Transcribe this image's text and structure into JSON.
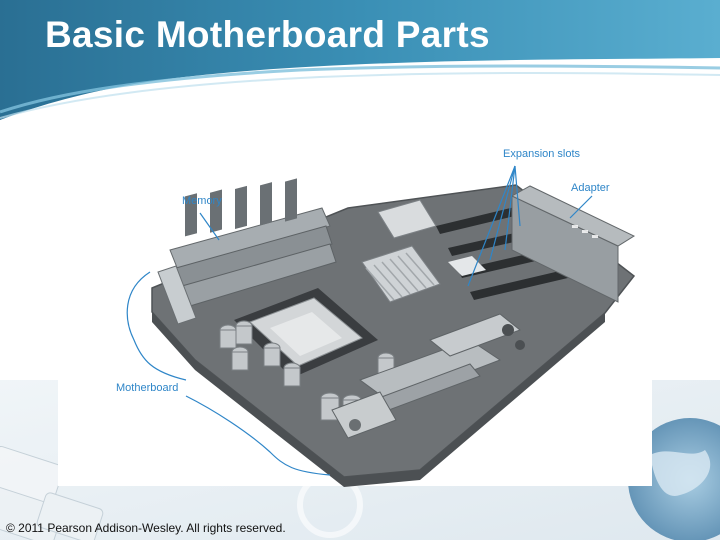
{
  "slide": {
    "title": "Basic Motherboard Parts",
    "copyright": "© 2011 Pearson Addison-Wesley. All rights reserved."
  },
  "diagram": {
    "labels": {
      "memory": "Memory",
      "expansion_slots": "Expansion slots",
      "adapter": "Adapter",
      "motherboard": "Motherboard"
    }
  },
  "colors": {
    "title_band": "#2f7da0",
    "label_blue": "#2f86c8",
    "board_gray": "#6e7275"
  }
}
